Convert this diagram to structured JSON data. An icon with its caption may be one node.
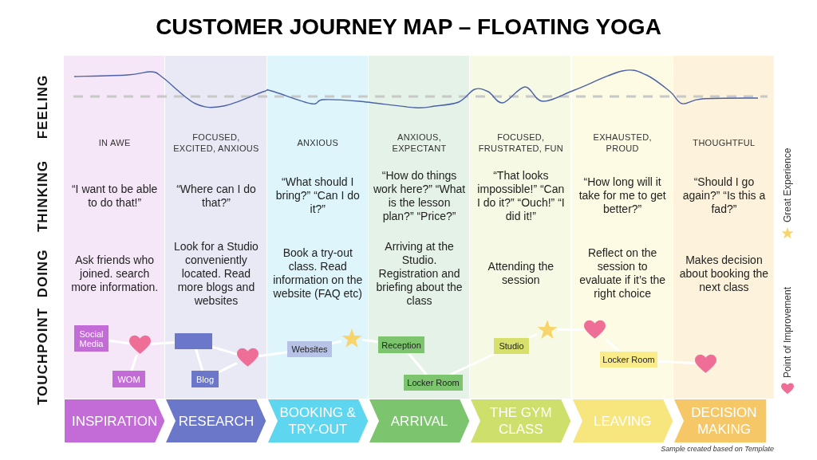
{
  "diagram": {
    "title": "CUSTOMER JOURNEY MAP – FLOATING YOGA",
    "caption": "Sample created based on Template",
    "nodes": [
      {
        "text": [
          "Social Media"
        ]
      },
      {
        "text": [],
        "shape": "heart"
      },
      {
        "text": [
          "WOM"
        ]
      },
      {
        "text": [],
        "shape": "box"
      },
      {
        "text": [
          "Blog"
        ]
      },
      {
        "text": [],
        "shape": "heart"
      },
      {
        "text": [
          "Websites"
        ]
      },
      {
        "text": [],
        "shape": "star"
      },
      {
        "text": [
          "Reception"
        ]
      },
      {
        "text": [
          "Locker Room"
        ]
      },
      {
        "text": [
          "Studio"
        ]
      },
      {
        "text": [],
        "shape": "star"
      },
      {
        "text": [],
        "shape": "heart"
      },
      {
        "text": [
          "Locker Room"
        ]
      },
      {
        "text": [],
        "shape": "heart"
      },
      {
        "text": [
          "INSPIRATION"
        ]
      },
      {
        "text": [
          "RESEARCH"
        ]
      },
      {
        "text": [
          "BOOKING & TRY-OUT"
        ]
      },
      {
        "text": [
          "ARRIVAL"
        ]
      },
      {
        "text": [
          "THE GYM CLASS"
        ]
      },
      {
        "text": [
          "LEAVING"
        ]
      },
      {
        "text": [
          "DECISION MAKING"
        ]
      }
    ],
    "edges": [
      {
        "from": 0,
        "to": 1,
        "arrow": "none"
      },
      {
        "from": 1,
        "to": 2,
        "arrow": "none"
      },
      {
        "from": 1,
        "to": 3,
        "arrow": "none"
      },
      {
        "from": 3,
        "to": 4,
        "arrow": "none"
      },
      {
        "from": 3,
        "to": 5,
        "arrow": "none"
      },
      {
        "from": 4,
        "to": 5,
        "arrow": "none"
      },
      {
        "from": 5,
        "to": 6,
        "arrow": "none"
      },
      {
        "from": 6,
        "to": 7,
        "arrow": "none"
      },
      {
        "from": 7,
        "to": 8,
        "arrow": "none"
      },
      {
        "from": 8,
        "to": 9,
        "arrow": "none"
      },
      {
        "from": 9,
        "to": 10,
        "arrow": "none"
      },
      {
        "from": 10,
        "to": 11,
        "arrow": "none"
      },
      {
        "from": 11,
        "to": 12,
        "arrow": "none"
      },
      {
        "from": 12,
        "to": 13,
        "arrow": "none"
      },
      {
        "from": 13,
        "to": 14,
        "arrow": "none"
      }
    ],
    "labels": [
      "FEELING",
      "IN AWE",
      "FOCUSED, EXCITED, ANXIOUS",
      "ANXIOUS",
      "ANXIOUS, EXPECTANT",
      "FOCUSED, FRUSTRATED, FUN",
      "EXHAUSTED, PROUD",
      "THOUGHTFUL",
      "THINKING",
      "“I want to be able to do that!”",
      "“Where can I do that?”",
      "“What should I bring?” “Can I do it?”",
      "“How do things work here?” “What is the lesson plan?” “Price?”",
      "“That looks impossible!” “Can I do it?” “Ouch!” “I did it!”",
      "“How long will it take for me to get better?”",
      "“Should I go again?” “Is this a fad?”",
      "DOING",
      "Ask friends who joined. search more information.",
      "Look for a Studio conveniently located. Read more blogs and websites",
      "Book a try-out class. Read information on the website (FAQ etc)",
      "Arriving at the Studio. Registration and briefing about the class",
      "Attending the session",
      "Reflect on the session to evaluate if it’s the right choice",
      "Makes decision about booking the next class",
      "TOUCHPOINT"
    ],
    "legend": [
      {
        "text": "Great Experience"
      },
      {
        "text": "Point of Improvement"
      }
    ]
  }
}
